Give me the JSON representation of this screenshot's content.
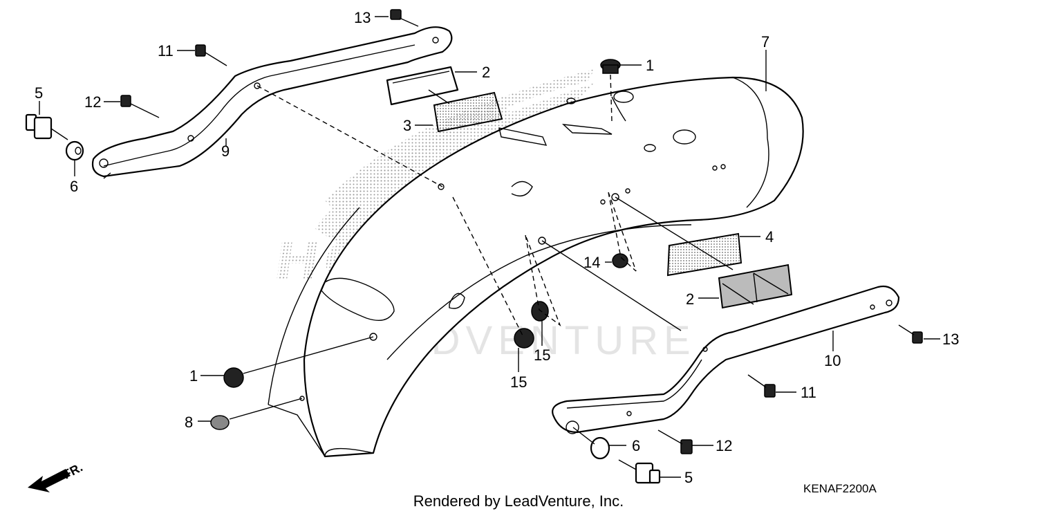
{
  "diagram": {
    "callouts": [
      {
        "id": "c13a",
        "label": "13"
      },
      {
        "id": "c11a",
        "label": "11"
      },
      {
        "id": "c5a",
        "label": "5"
      },
      {
        "id": "c12a",
        "label": "12"
      },
      {
        "id": "c6a",
        "label": "6"
      },
      {
        "id": "c9",
        "label": "9"
      },
      {
        "id": "c2a",
        "label": "2"
      },
      {
        "id": "c3",
        "label": "3"
      },
      {
        "id": "c1a",
        "label": "1"
      },
      {
        "id": "c7",
        "label": "7"
      },
      {
        "id": "c4",
        "label": "4"
      },
      {
        "id": "c14",
        "label": "14"
      },
      {
        "id": "c2b",
        "label": "2"
      },
      {
        "id": "c13b",
        "label": "13"
      },
      {
        "id": "c10",
        "label": "10"
      },
      {
        "id": "c15a",
        "label": "15"
      },
      {
        "id": "c15b",
        "label": "15"
      },
      {
        "id": "c1b",
        "label": "1"
      },
      {
        "id": "c11b",
        "label": "11"
      },
      {
        "id": "c8",
        "label": "8"
      },
      {
        "id": "c6b",
        "label": "6"
      },
      {
        "id": "c12b",
        "label": "12"
      },
      {
        "id": "c5b",
        "label": "5"
      }
    ],
    "front_marker": "FR.",
    "diagram_code": "KENAF2200A",
    "watermark_text": "LEADVENTURE",
    "logo_text": "HONDA"
  },
  "footer": {
    "credit": "Rendered by LeadVenture, Inc."
  }
}
